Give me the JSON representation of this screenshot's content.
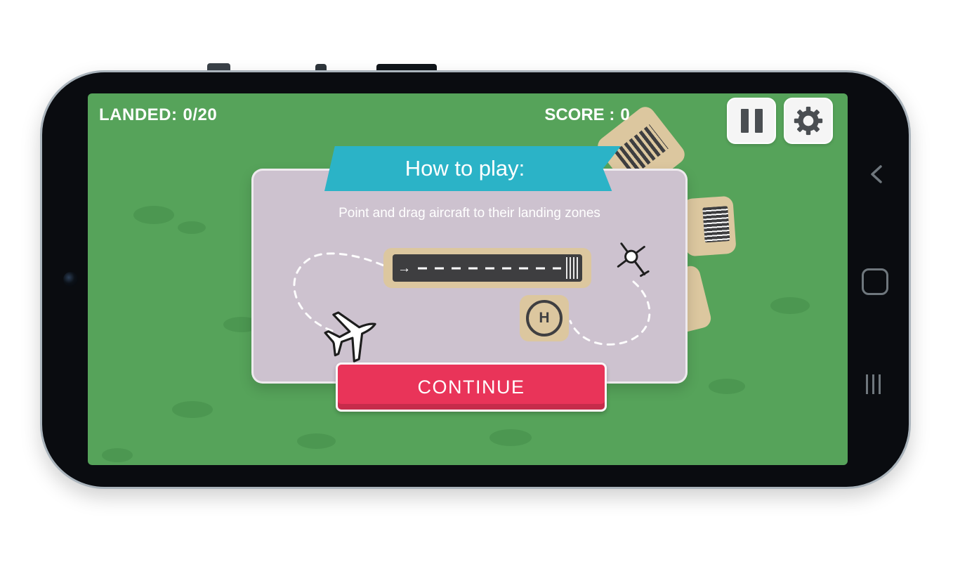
{
  "hud": {
    "landed_label": "LANDED:",
    "landed_value": "0/20",
    "score_label": "SCORE :",
    "score_value": "0"
  },
  "dialog": {
    "title": "How to play:",
    "instruction": "Point and drag aircraft to their landing zones",
    "continue_label": "CONTINUE",
    "helipad_letter": "H"
  },
  "icons": {
    "pause": "pause-icon",
    "settings": "gear-icon",
    "plane": "airplane-icon",
    "helicopter": "helicopter-icon",
    "nav_back": "back-chevron-icon",
    "nav_home": "home-squircle-icon",
    "nav_recents": "recents-bars-icon"
  },
  "colors": {
    "grass": "#56a35a",
    "grass_spot": "#4c9751",
    "dialog_bg": "#cdc2cf",
    "ribbon": "#2bb3c7",
    "continue_button": "#e93459",
    "tile_tan": "#dcc79f",
    "runway_asphalt": "#3e3e40"
  }
}
